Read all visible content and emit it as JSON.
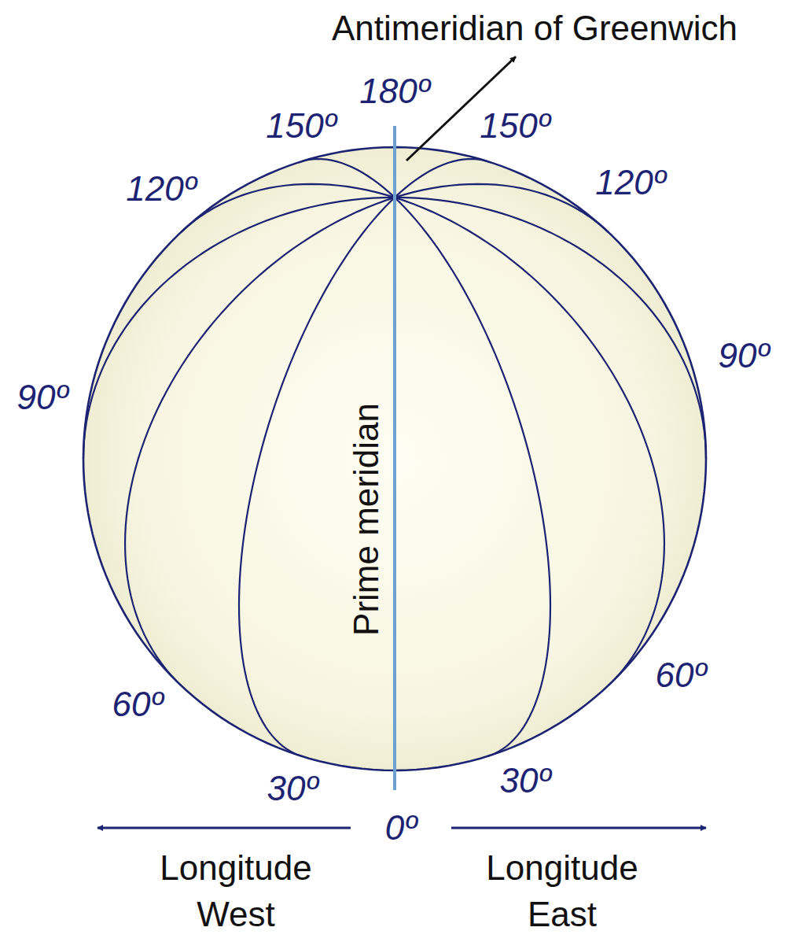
{
  "diagram": {
    "labels": [
      "Antimeridian of Greenwich",
      "180º",
      "150º",
      "150º",
      "120º",
      "120º",
      "90º",
      "90º",
      "Prime meridian",
      "60º",
      "60º",
      "30º",
      "30º",
      "0º",
      "Longitude West",
      "Longitude East"
    ]
  }
}
